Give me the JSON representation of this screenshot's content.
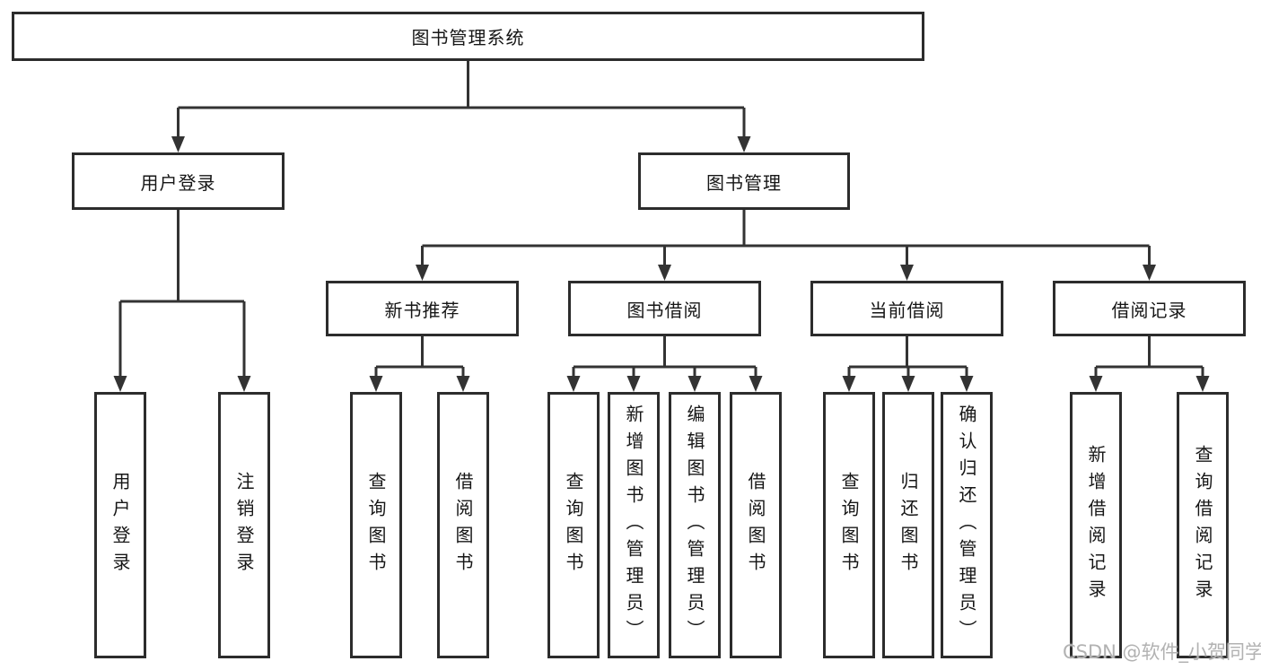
{
  "diagram": {
    "type": "hierarchy-tree",
    "tree": {
      "label": "图书管理系统",
      "children": [
        {
          "label": "用户登录",
          "children": [
            {
              "label": "用户登录"
            },
            {
              "label": "注销登录"
            }
          ]
        },
        {
          "label": "图书管理",
          "children": [
            {
              "label": "新书推荐",
              "children": [
                {
                  "label": "查询图书"
                },
                {
                  "label": "借阅图书"
                }
              ]
            },
            {
              "label": "图书借阅",
              "children": [
                {
                  "label": "查询图书"
                },
                {
                  "label": "新增图书（管理员）"
                },
                {
                  "label": "编辑图书（管理员）"
                },
                {
                  "label": "借阅图书"
                }
              ]
            },
            {
              "label": "当前借阅",
              "children": [
                {
                  "label": "查询图书"
                },
                {
                  "label": "归还图书"
                },
                {
                  "label": "确认归还（管理员）"
                }
              ]
            },
            {
              "label": "借阅记录",
              "children": [
                {
                  "label": "新增借阅记录"
                },
                {
                  "label": "查询借阅记录"
                }
              ]
            }
          ]
        }
      ]
    },
    "line_color": "#333333",
    "border_color": "#2c2c2c",
    "background_color": "#ffffff"
  },
  "watermark": {
    "text": "CSDN @软件_小贺同学"
  }
}
